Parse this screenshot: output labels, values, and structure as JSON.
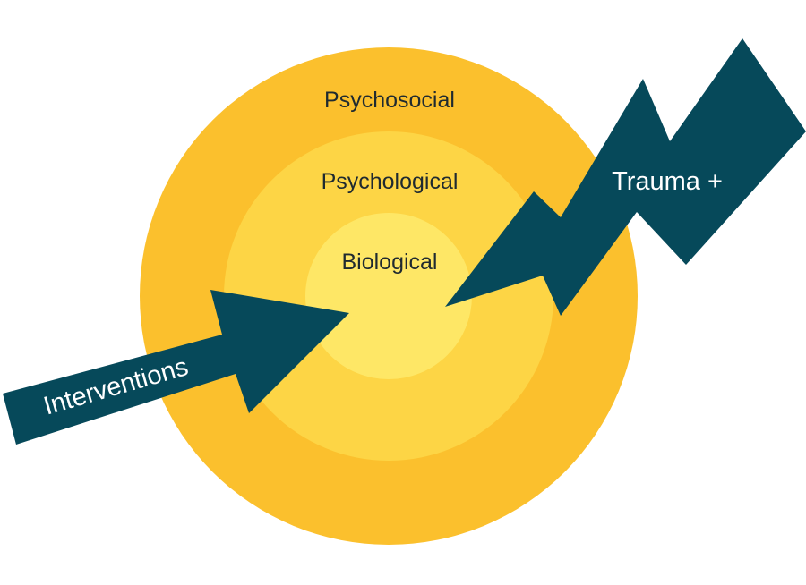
{
  "layers": [
    {
      "label": "Psychosocial",
      "color": "#FBC02D"
    },
    {
      "label": "Psychological",
      "color": "#FDD545"
    },
    {
      "label": "Biological",
      "color": "#FEE766"
    }
  ],
  "arrows": {
    "interventions": {
      "label": "Interventions",
      "color": "#06495A"
    },
    "trauma": {
      "label": "Trauma +",
      "color": "#06495A"
    }
  }
}
